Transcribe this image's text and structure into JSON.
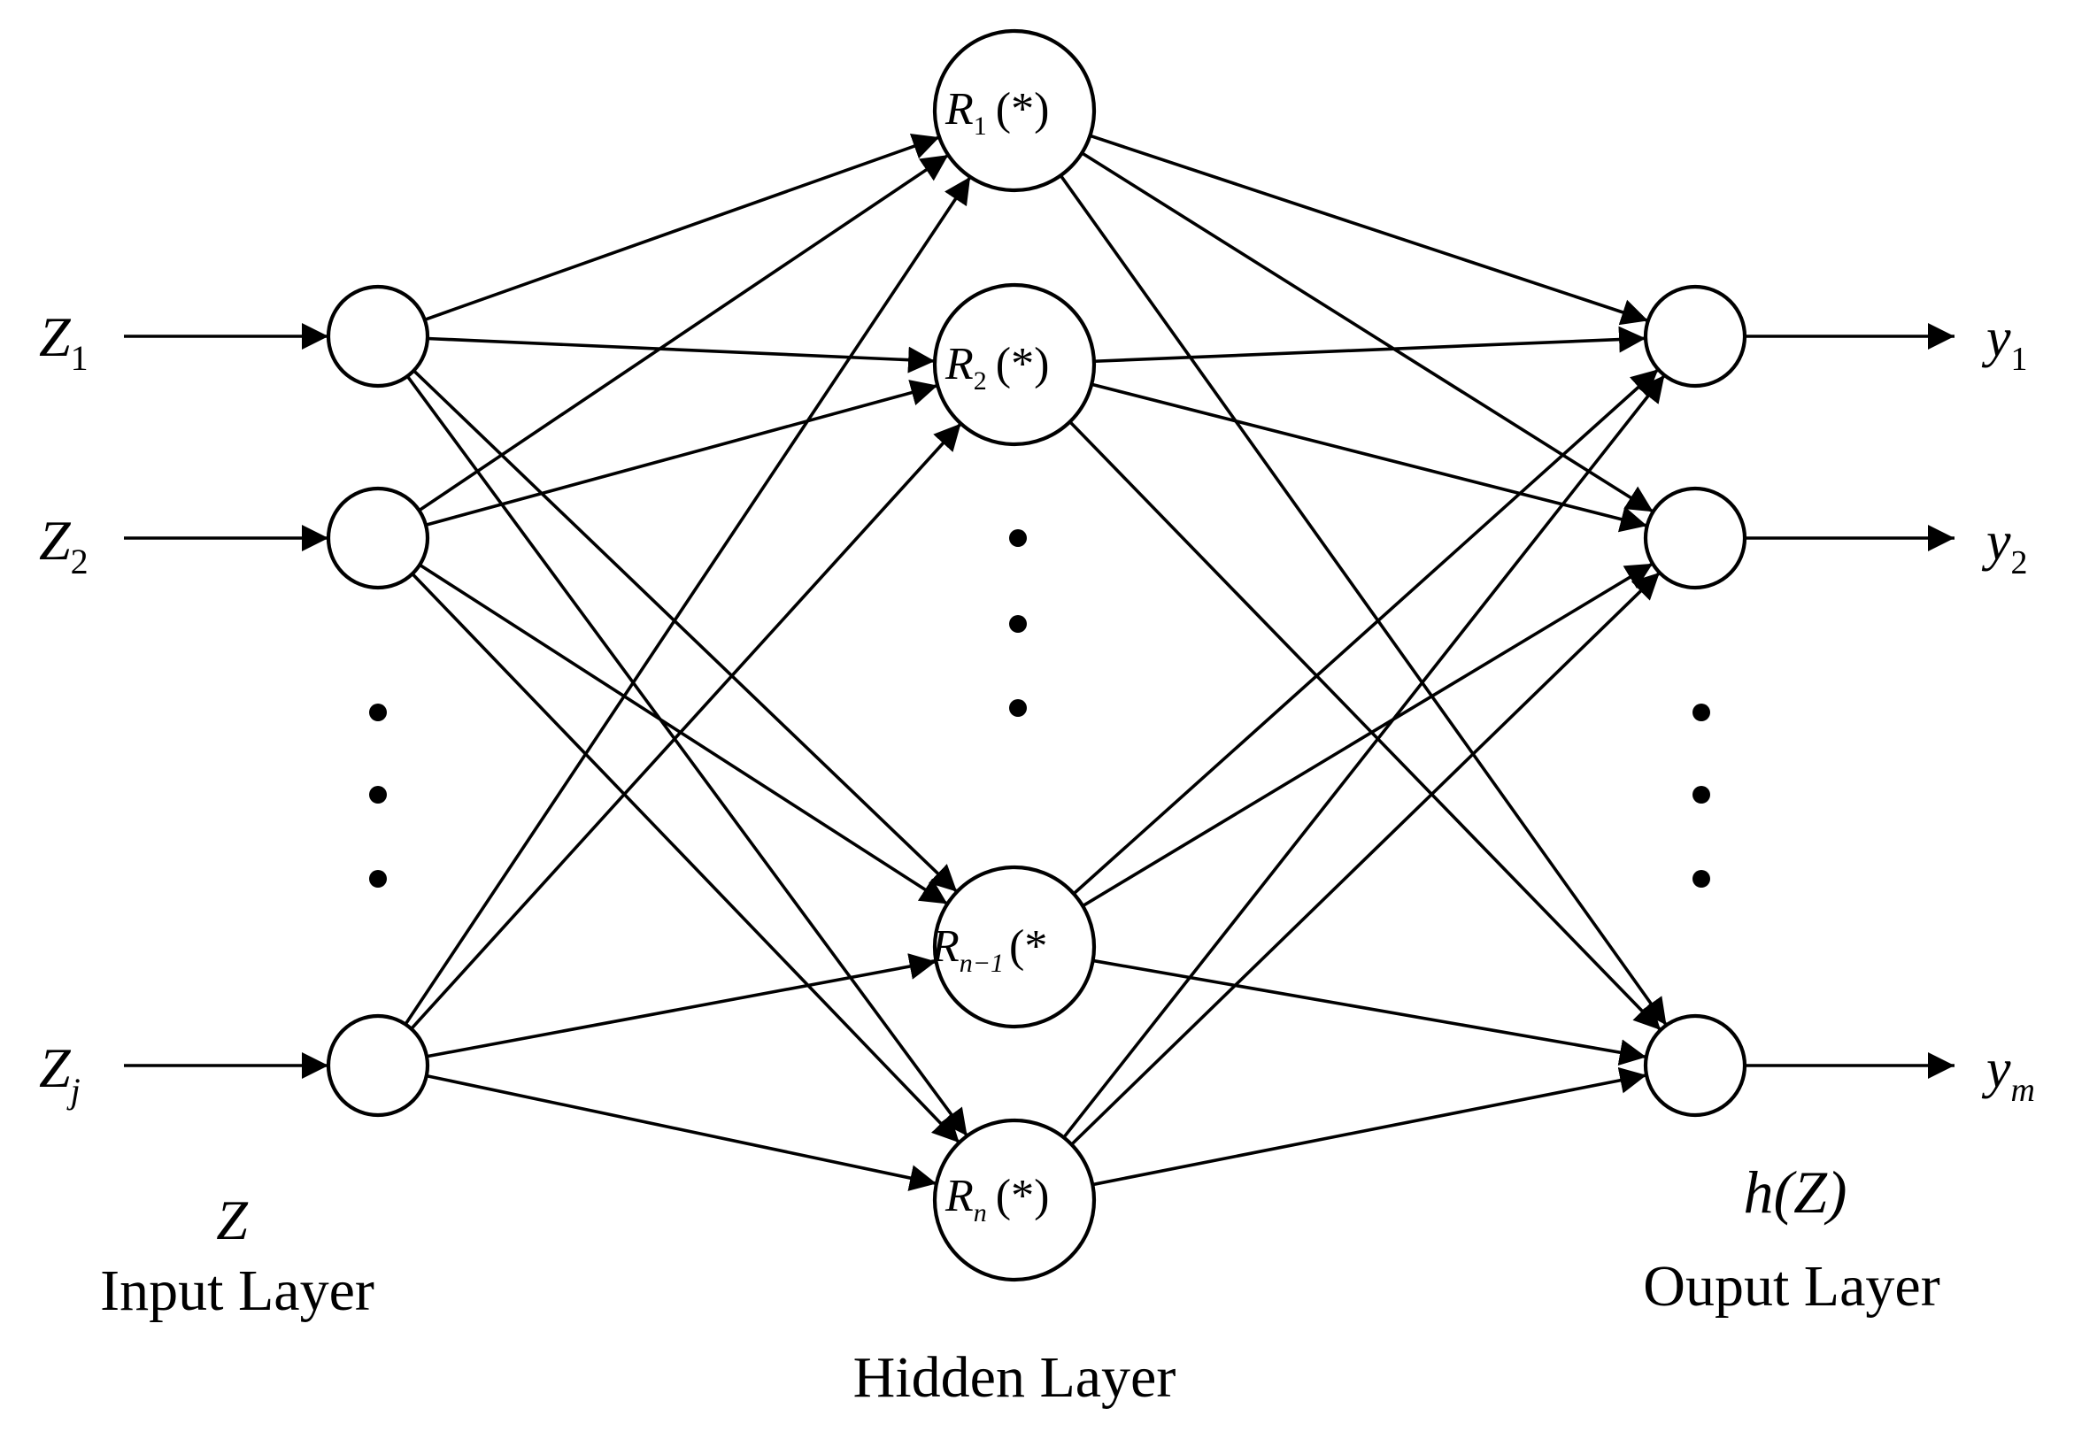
{
  "input_layer": {
    "symbol": "Z",
    "caption": "Input Layer",
    "nodes": [
      {
        "base": "Z",
        "sub": "1"
      },
      {
        "base": "Z",
        "sub": "2"
      },
      {
        "base": "Z",
        "sub": "j"
      }
    ]
  },
  "hidden_layer": {
    "caption": "Hidden Layer",
    "nodes": [
      {
        "base": "R",
        "sub": "1",
        "arg": "(*)"
      },
      {
        "base": "R",
        "sub": "2",
        "arg": "(*)"
      },
      {
        "base": "R",
        "sub": "n−1",
        "arg": "(*"
      },
      {
        "base": "R",
        "sub": "n",
        "arg": "(*)"
      }
    ]
  },
  "output_layer": {
    "symbol": "h(Z)",
    "caption": "Ouput Layer",
    "nodes": [
      {
        "base": "y",
        "sub": "1"
      },
      {
        "base": "y",
        "sub": "2"
      },
      {
        "base": "y",
        "sub": "m"
      }
    ]
  }
}
